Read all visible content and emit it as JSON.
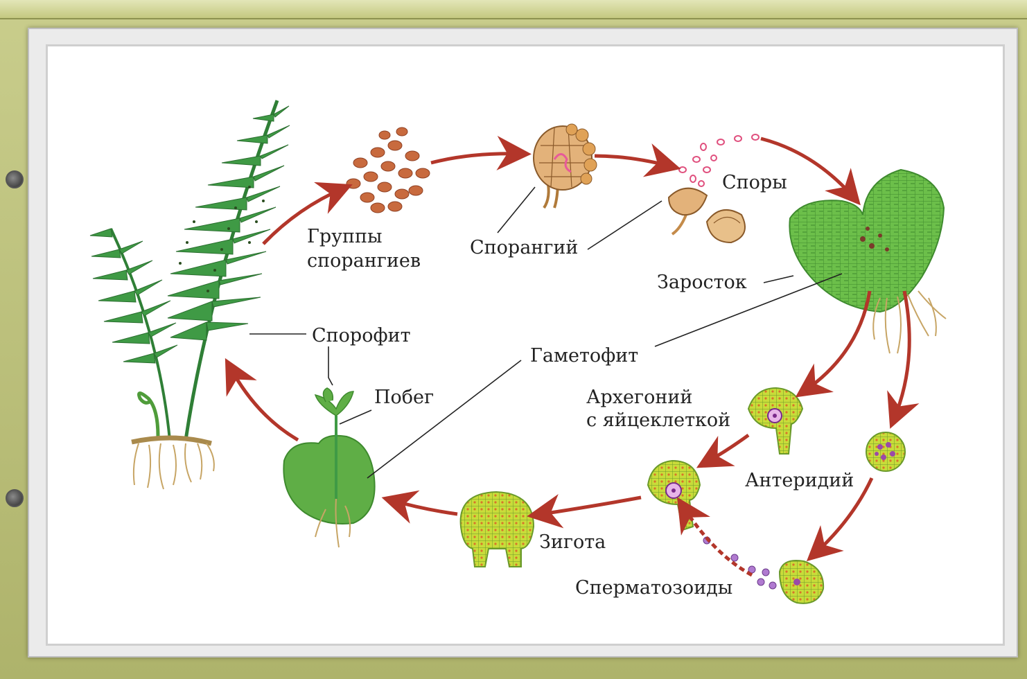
{
  "labels": {
    "sporangia_groups_1": "Группы",
    "sporangia_groups_2": "спорангиев",
    "sporangium": "Спорангий",
    "spores": "Споры",
    "prothallus": "Заросток",
    "sporophyte": "Спорофит",
    "gametophyte": "Гаметофит",
    "shoot": "Побег",
    "archegonium_1": "Архегоний",
    "archegonium_2": "с яйцеклеткой",
    "antheridium": "Антеридий",
    "zygote": "Зигота",
    "spermatozoids": "Сперматозоиды"
  },
  "colors": {
    "arrow": "#b3362a",
    "leaf": "#3f9a45",
    "prothallus": "#6cbf4a",
    "cell": "#c8dc3a",
    "sporangium": "#c98a4d"
  }
}
